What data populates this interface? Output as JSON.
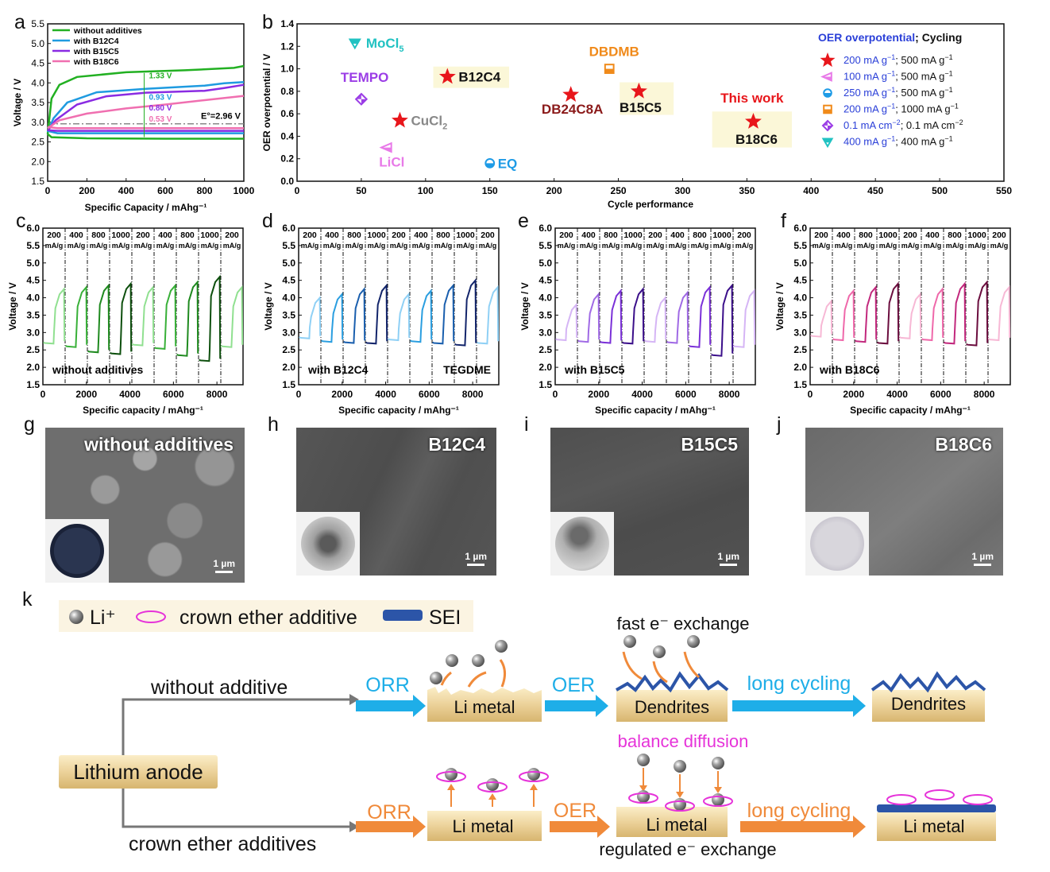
{
  "labels": {
    "a": "a",
    "b": "b",
    "c": "c",
    "d": "d",
    "e": "e",
    "f": "f",
    "g": "g",
    "h": "h",
    "i": "i",
    "j": "j",
    "k": "k"
  },
  "panel_a": {
    "chart_data": {
      "type": "line",
      "xlabel": "Specific Capacity  / mAhg⁻¹",
      "ylabel": "Voltage / V",
      "xlim": [
        0,
        1000
      ],
      "ylim": [
        1.5,
        5.5
      ],
      "xticks": [
        "0",
        "200",
        "400",
        "600",
        "800",
        "1000"
      ],
      "yticks": [
        "1.5",
        "2.0",
        "2.5",
        "3.0",
        "3.5",
        "4.0",
        "4.5",
        "5.0",
        "5.5"
      ],
      "legend_position": "top-left",
      "series": [
        {
          "name": "without additives",
          "color": "#22b022",
          "charge": [
            [
              0,
              2.7
            ],
            [
              20,
              3.6
            ],
            [
              60,
              3.95
            ],
            [
              150,
              4.15
            ],
            [
              400,
              4.27
            ],
            [
              700,
              4.32
            ],
            [
              950,
              4.38
            ],
            [
              1000,
              4.43
            ]
          ],
          "discharge": [
            [
              0,
              2.7
            ],
            [
              20,
              2.62
            ],
            [
              200,
              2.59
            ],
            [
              600,
              2.58
            ],
            [
              1000,
              2.58
            ]
          ]
        },
        {
          "name": "with B12C4",
          "color": "#1f9be0",
          "charge": [
            [
              0,
              2.75
            ],
            [
              30,
              3.1
            ],
            [
              100,
              3.5
            ],
            [
              250,
              3.76
            ],
            [
              500,
              3.85
            ],
            [
              800,
              3.93
            ],
            [
              900,
              3.99
            ],
            [
              1000,
              4.02
            ]
          ],
          "discharge": [
            [
              0,
              2.78
            ],
            [
              50,
              2.72
            ],
            [
              500,
              2.72
            ],
            [
              1000,
              2.72
            ]
          ]
        },
        {
          "name": "with B15C5",
          "color": "#8a2be2",
          "charge": [
            [
              0,
              2.78
            ],
            [
              40,
              3.05
            ],
            [
              150,
              3.45
            ],
            [
              300,
              3.66
            ],
            [
              500,
              3.75
            ],
            [
              800,
              3.8
            ],
            [
              900,
              3.87
            ],
            [
              1000,
              3.95
            ]
          ],
          "discharge": [
            [
              0,
              2.8
            ],
            [
              50,
              2.78
            ],
            [
              500,
              2.78
            ],
            [
              1000,
              2.78
            ]
          ]
        },
        {
          "name": "with B18C6",
          "color": "#f06fb0",
          "charge": [
            [
              0,
              2.85
            ],
            [
              60,
              3.05
            ],
            [
              200,
              3.22
            ],
            [
              400,
              3.35
            ],
            [
              600,
              3.45
            ],
            [
              800,
              3.56
            ],
            [
              1000,
              3.67
            ]
          ],
          "discharge": [
            [
              0,
              2.88
            ],
            [
              50,
              2.85
            ],
            [
              500,
              2.85
            ],
            [
              1000,
              2.85
            ]
          ]
        }
      ],
      "reference": {
        "y": 2.96,
        "label": "E°=2.96 V"
      },
      "annotations": [
        {
          "text": "1.33 V",
          "color": "#22b022"
        },
        {
          "text": "0.93 V",
          "color": "#1f9be0"
        },
        {
          "text": "0.80 V",
          "color": "#8a2be2"
        },
        {
          "text": "0.53 V",
          "color": "#f06fb0"
        }
      ]
    }
  },
  "panel_b": {
    "chart_data": {
      "type": "scatter",
      "xlabel": "Cycle performance",
      "ylabel": "OER overpotential / V",
      "xlim": [
        0,
        550
      ],
      "ylim": [
        0.0,
        1.4
      ],
      "xticks": [
        "0",
        "50",
        "100",
        "150",
        "200",
        "250",
        "300",
        "350",
        "400",
        "450",
        "500",
        "550"
      ],
      "yticks": [
        "0.0",
        "0.2",
        "0.4",
        "0.6",
        "0.8",
        "1.0",
        "1.2",
        "1.4"
      ],
      "legend_title_a": "OER overpotential",
      "legend_title_b": "; Cycling",
      "legend": [
        {
          "marker": "star",
          "color": "#e8161b",
          "a": "200 mA g",
          "sup1": "−1",
          "b": "; 500 mA g",
          "sup2": "−1"
        },
        {
          "marker": "tri-left",
          "color": "#e87ae8",
          "a": "100 mA g",
          "sup1": "−1",
          "b": "; 500 mA g",
          "sup2": "−1"
        },
        {
          "marker": "half-circle",
          "color": "#1e9be6",
          "a": "250 mA g",
          "sup1": "−1",
          "b": "; 500 mA g",
          "sup2": "−1"
        },
        {
          "marker": "half-square",
          "color": "#f08a1a",
          "a": "200 mA g",
          "sup1": "−1",
          "b": "; 1000 mA g",
          "sup2": "−1"
        },
        {
          "marker": "diamond",
          "color": "#9b3de6",
          "a": "0.1 mA cm",
          "sup1": "−2",
          "b": "; 0.1 mA cm",
          "sup2": "−2"
        },
        {
          "marker": "tri-down",
          "color": "#21c2c2",
          "a": "400 mA g",
          "sup1": "−1",
          "b": "; 400 mA g",
          "sup2": "−1"
        }
      ],
      "points": [
        {
          "name": "MoCl",
          "sub": "5",
          "x": 45,
          "y": 1.23,
          "marker": "tri-down",
          "color": "#21c2c2",
          "text_color": "#21c2c2"
        },
        {
          "name": "TEMPO",
          "x": 50,
          "y": 0.73,
          "marker": "diamond",
          "color": "#9b3de6",
          "text_color": "#9b3de6"
        },
        {
          "name": "LiCl",
          "x": 70,
          "y": 0.3,
          "marker": "tri-left",
          "color": "#e87ae8",
          "text_color": "#e87ae8"
        },
        {
          "name": "CuCl",
          "sub": "2",
          "x": 80,
          "y": 0.54,
          "marker": "star",
          "color": "#e8161b",
          "text_color": "#888888"
        },
        {
          "name": "B12C4",
          "x": 117,
          "y": 0.93,
          "marker": "star",
          "color": "#e8161b",
          "text_color": "#111111"
        },
        {
          "name": "EQ",
          "x": 150,
          "y": 0.16,
          "marker": "half-circle",
          "color": "#1e9be6",
          "text_color": "#1e9be6"
        },
        {
          "name": "DB24C8A",
          "x": 213,
          "y": 0.77,
          "marker": "star",
          "color": "#e8161b",
          "text_color": "#8b1a1a"
        },
        {
          "name": "DBDMB",
          "x": 243,
          "y": 1.0,
          "marker": "half-square",
          "color": "#f08a1a",
          "text_color": "#f08a1a"
        },
        {
          "name": "B15C5",
          "x": 266,
          "y": 0.8,
          "marker": "star",
          "color": "#e8161b",
          "text_color": "#111111"
        },
        {
          "name": "B18C6",
          "x": 355,
          "y": 0.53,
          "marker": "star",
          "color": "#e8161b",
          "text_color": "#111111"
        }
      ],
      "this_work": "This work"
    }
  },
  "cycling": {
    "xlabel": "Specific capacity  / mAhg⁻¹",
    "ylabel": "Voltage / V",
    "xlim": [
      0,
      9200
    ],
    "ylim": [
      1.5,
      6.0
    ],
    "xticks": [
      "0",
      "2000",
      "4000",
      "6000",
      "8000"
    ],
    "yticks": [
      "1.5",
      "2.0",
      "2.5",
      "3.0",
      "3.5",
      "4.0",
      "4.5",
      "5.0",
      "5.5",
      "6.0"
    ],
    "rates": [
      "200",
      "400",
      "800",
      "1000",
      "200",
      "400",
      "800",
      "1000",
      "200"
    ],
    "rate_unit": "mA/g",
    "panels": [
      {
        "label": "without additives",
        "extra": "",
        "colors": [
          "#90e090",
          "#38b038",
          "#1f8a1f",
          "#0d4f0d"
        ],
        "segments": [
          [
            2.7,
            4.25
          ],
          [
            2.6,
            4.3
          ],
          [
            2.45,
            4.35
          ],
          [
            2.4,
            4.4
          ],
          [
            2.65,
            4.3
          ],
          [
            2.55,
            4.35
          ],
          [
            2.35,
            4.45
          ],
          [
            2.2,
            4.6
          ],
          [
            2.6,
            4.3
          ]
        ]
      },
      {
        "label": "with B12C4",
        "extra": "TEGDME",
        "colors": [
          "#8fd0f5",
          "#2a9ee0",
          "#1a5fae",
          "#13256b"
        ],
        "segments": [
          [
            2.85,
            4.0
          ],
          [
            2.75,
            4.1
          ],
          [
            2.72,
            4.25
          ],
          [
            2.7,
            4.35
          ],
          [
            2.8,
            4.1
          ],
          [
            2.75,
            4.2
          ],
          [
            2.7,
            4.35
          ],
          [
            2.65,
            4.5
          ],
          [
            2.7,
            4.3
          ]
        ]
      },
      {
        "label": "with B15C5",
        "extra": "",
        "colors": [
          "#d5b5f5",
          "#a06ae5",
          "#7a30d8",
          "#3b0f8a"
        ],
        "segments": [
          [
            2.8,
            3.8
          ],
          [
            2.75,
            4.1
          ],
          [
            2.72,
            4.2
          ],
          [
            2.7,
            4.25
          ],
          [
            2.75,
            4.0
          ],
          [
            2.72,
            4.15
          ],
          [
            2.6,
            4.3
          ],
          [
            2.35,
            4.35
          ],
          [
            2.6,
            4.2
          ]
        ]
      },
      {
        "label": "with B18C6",
        "extra": "",
        "colors": [
          "#f7b8d5",
          "#ef68aa",
          "#c2287d",
          "#6b0d3e"
        ],
        "segments": [
          [
            2.9,
            3.9
          ],
          [
            2.8,
            4.2
          ],
          [
            2.75,
            4.3
          ],
          [
            2.7,
            4.4
          ],
          [
            2.85,
            4.1
          ],
          [
            2.8,
            4.25
          ],
          [
            2.7,
            4.4
          ],
          [
            2.65,
            4.45
          ],
          [
            2.8,
            4.3
          ]
        ]
      }
    ]
  },
  "sem": [
    {
      "label": "without additives",
      "scale": "1 µm"
    },
    {
      "label": "B12C4",
      "scale": "1 µm"
    },
    {
      "label": "B15C5",
      "scale": "1 µm"
    },
    {
      "label": "B18C6",
      "scale": "1 µm"
    }
  ],
  "panel_k": {
    "legend": {
      "li": "Li⁺",
      "crown": "crown ether additive",
      "sei": "SEI"
    },
    "lithium_anode": "Lithium anode",
    "without_additive": "without  additive",
    "crown_ether_additives": "crown  ether additives",
    "orr": "ORR",
    "oer": "OER",
    "long_cycling": "long cycling",
    "li_metal": "Li metal",
    "dendrites": "Dendrites",
    "fast_exchange": "fast e⁻ exchange",
    "balance_diffusion": "balance diffusion",
    "regulated_exchange": "regulated e⁻ exchange"
  }
}
